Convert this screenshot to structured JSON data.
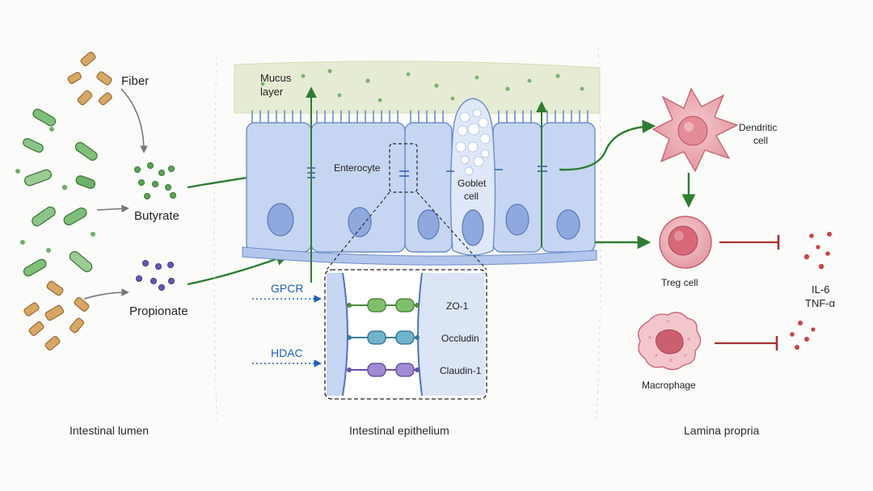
{
  "lumen": {
    "fiber_label": "Fiber",
    "butyrate_label": "Butyrate",
    "propionate_label": "Propionate",
    "section_label": "Intestinal lumen"
  },
  "epithelium": {
    "mucus_label_line1": "Mucus",
    "mucus_label_line2": "layer",
    "enterocyte_label": "Enterocyte",
    "goblet_label_line1": "Goblet",
    "goblet_label_line2": "cell",
    "gpcr_label": "GPCR",
    "hdac_label": "HDAC",
    "section_label": "Intestinal epithelium",
    "junction_proteins": [
      "ZO-1",
      "Occludin",
      "Claudin-1"
    ]
  },
  "lamina": {
    "dendritic_label_line1": "Dendritic",
    "dendritic_label_line2": "cell",
    "treg_label": "Treg cell",
    "macrophage_label": "Macrophage",
    "cytokine_line1": "IL-6",
    "cytokine_line2": "TNF-α",
    "section_label": "Lamina propria"
  },
  "colors": {
    "activation_arrow": "#2e7d32",
    "inhibition_arrow": "#a83232",
    "signal_arrow": "#1f5fb8",
    "epithelium_fill": "#c6d6f2",
    "mucus_fill": "#e6ecd3",
    "butyrate_dot": "#5aa055",
    "propionate_dot": "#6a55b0",
    "cytokine_dot": "#c9434a"
  }
}
